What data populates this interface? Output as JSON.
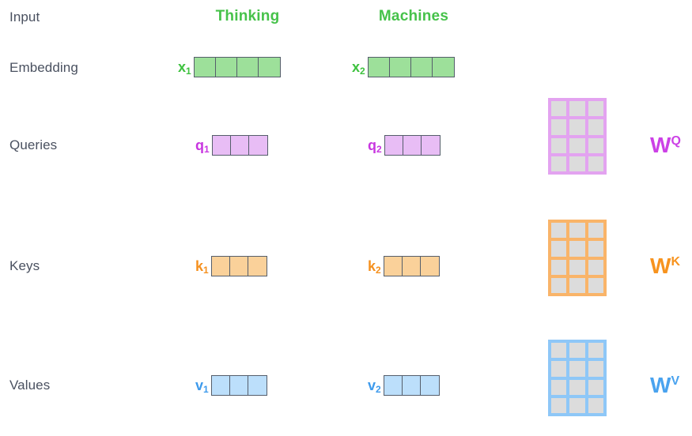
{
  "diagram": {
    "title_row_labels": [
      "Input",
      "Embedding",
      "Queries",
      "Keys",
      "Values"
    ],
    "row_labels": {
      "input": "Input",
      "embedding": "Embedding",
      "queries": "Queries",
      "keys": "Keys",
      "values": "Values"
    },
    "tokens": [
      {
        "word": "Thinking",
        "index": "1"
      },
      {
        "word": "Machines",
        "index": "2"
      }
    ],
    "vectors": {
      "embedding": [
        {
          "symbol": "x",
          "subscript": "1",
          "cells": 4
        },
        {
          "symbol": "x",
          "subscript": "2",
          "cells": 4
        }
      ],
      "queries": [
        {
          "symbol": "q",
          "subscript": "1",
          "cells": 3
        },
        {
          "symbol": "q",
          "subscript": "2",
          "cells": 3
        }
      ],
      "keys": [
        {
          "symbol": "k",
          "subscript": "1",
          "cells": 3
        },
        {
          "symbol": "k",
          "subscript": "2",
          "cells": 3
        }
      ],
      "values": [
        {
          "symbol": "v",
          "subscript": "1",
          "cells": 3
        },
        {
          "symbol": "v",
          "subscript": "2",
          "cells": 3
        }
      ]
    },
    "matrices": [
      {
        "label_base": "W",
        "label_sup": "Q",
        "rows": 4,
        "cols": 3,
        "row": "queries"
      },
      {
        "label_base": "W",
        "label_sup": "K",
        "rows": 4,
        "cols": 3,
        "row": "keys"
      },
      {
        "label_base": "W",
        "label_sup": "V",
        "rows": 4,
        "cols": 3,
        "row": "values"
      }
    ],
    "colors": {
      "label_text": "#4a5160",
      "embedding_green": "#3ec23f",
      "embedding_fill": "#9de09a",
      "query_purple": "#c836e0",
      "query_fill": "#e8bdf5",
      "query_matrix_border": "#e3a3f0",
      "key_orange": "#f5901e",
      "key_fill": "#fad19a",
      "key_matrix_border": "#f9b469",
      "value_blue": "#3d9aec",
      "value_fill": "#bcdffb",
      "value_matrix_border": "#8ec7f7",
      "matrix_cell_fill": "#dcdcdc",
      "cell_border": "#555e6b",
      "background": "#ffffff"
    }
  }
}
